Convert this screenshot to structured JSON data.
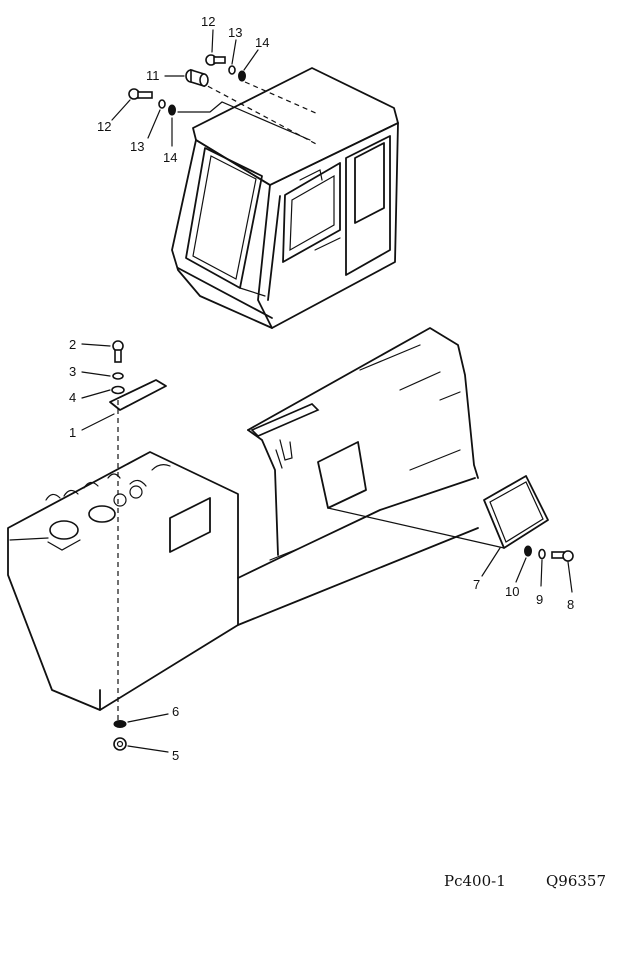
{
  "callouts": [
    {
      "id": "c1",
      "text": "1"
    },
    {
      "id": "c2",
      "text": "2"
    },
    {
      "id": "c3",
      "text": "3"
    },
    {
      "id": "c4",
      "text": "4"
    },
    {
      "id": "c5",
      "text": "5"
    },
    {
      "id": "c6",
      "text": "6"
    },
    {
      "id": "c7",
      "text": "7"
    },
    {
      "id": "c8",
      "text": "8"
    },
    {
      "id": "c9",
      "text": "9"
    },
    {
      "id": "c10",
      "text": "10"
    },
    {
      "id": "c11",
      "text": "11"
    },
    {
      "id": "c12a",
      "text": "12"
    },
    {
      "id": "c12b",
      "text": "12"
    },
    {
      "id": "c13a",
      "text": "13"
    },
    {
      "id": "c13b",
      "text": "13"
    },
    {
      "id": "c14a",
      "text": "14"
    },
    {
      "id": "c14b",
      "text": "14"
    }
  ],
  "footer": {
    "model": "Pc400-1",
    "code": "Q96357"
  }
}
